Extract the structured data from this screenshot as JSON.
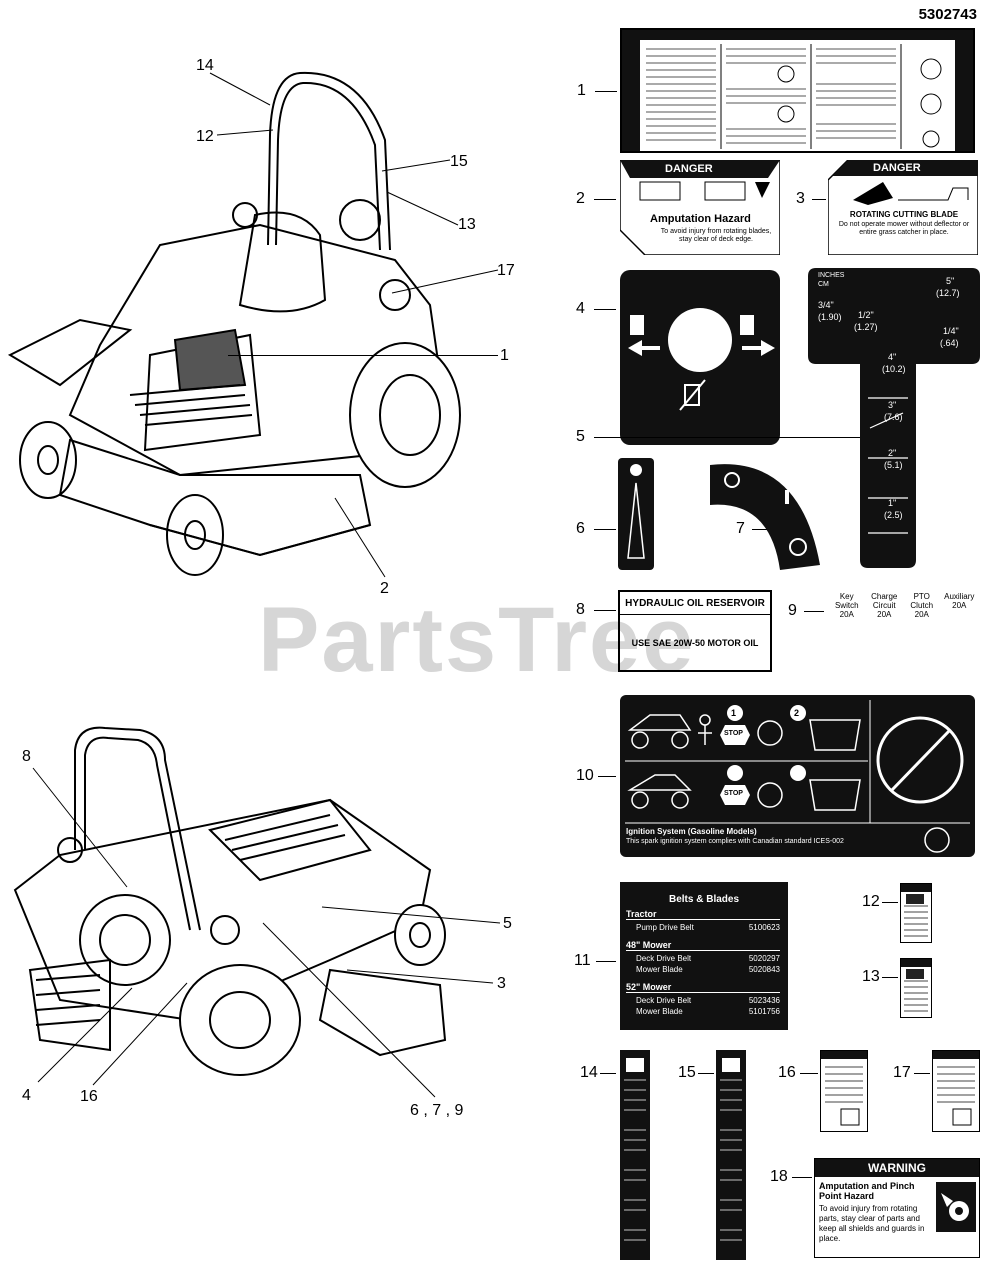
{
  "doc_number": "5302743",
  "watermark": "PartsTree",
  "callouts": {
    "c1": "1",
    "c2": "2",
    "c3": "3",
    "c4": "4",
    "c5": "5",
    "c6": "6",
    "c7": "7",
    "c8": "8",
    "c9": "9",
    "c10": "10",
    "c11": "11",
    "c12": "12",
    "c13": "13",
    "c14": "14",
    "c15": "15",
    "c16": "16",
    "c17": "17",
    "c18": "18",
    "m14": "14",
    "m12": "12",
    "m15": "15",
    "m13": "13",
    "m17": "17",
    "m1": "1",
    "m2": "2",
    "m8": "8",
    "m5": "5",
    "m3": "3",
    "m4": "4",
    "m16": "16",
    "m679": "6 , 7 , 9"
  },
  "decal2": {
    "header": "DANGER",
    "title": "Amputation Hazard",
    "body": "To avoid injury from rotating blades, stay clear of deck edge."
  },
  "decal3": {
    "header": "DANGER",
    "title": "ROTATING CUTTING BLADE",
    "body": "Do not operate mower without deflector or entire grass catcher in place."
  },
  "decal5": {
    "unit_top": "INCHES",
    "unit_bot": "CM",
    "marks": [
      "5\"",
      "(12.7)",
      "3/4\"",
      "(1.90)",
      "1/2\"",
      "(1.27)",
      "1/4\"",
      "(.64)",
      "4\"",
      "(10.2)",
      "3\"",
      "(7.6)",
      "2\"",
      "(5.1)",
      "1\"",
      "(2.5)"
    ]
  },
  "decal8": {
    "title": "HYDRAULIC OIL RESERVOIR",
    "body": "USE SAE 20W-50 MOTOR OIL"
  },
  "decal9": {
    "cols": [
      {
        "top": "Key",
        "mid": "Switch",
        "amp": "20A"
      },
      {
        "top": "Charge",
        "mid": "Circuit",
        "amp": "20A"
      },
      {
        "top": "PTO",
        "mid": "Clutch",
        "amp": "20A"
      },
      {
        "top": "",
        "mid": "Auxiliary",
        "amp": "20A"
      }
    ]
  },
  "decal10": {
    "footer_title": "Ignition System (Gasoline Models)",
    "footer_body": "This spark ignition system complies with Canadian standard ICES-002",
    "stop": "STOP",
    "n1": "1",
    "n2": "2"
  },
  "decal11": {
    "title": "Belts & Blades",
    "sections": [
      {
        "heading": "Tractor",
        "rows": [
          {
            "name": "Pump Drive Belt",
            "part": "5100623"
          }
        ]
      },
      {
        "heading": "48\" Mower",
        "rows": [
          {
            "name": "Deck Drive Belt",
            "part": "5020297"
          },
          {
            "name": "Mower Blade",
            "part": "5020843"
          }
        ]
      },
      {
        "heading": "52\" Mower",
        "rows": [
          {
            "name": "Deck Drive Belt",
            "part": "5023436"
          },
          {
            "name": "Mower Blade",
            "part": "5101756"
          }
        ]
      }
    ]
  },
  "decal18": {
    "header": "WARNING",
    "title": "Amputation and Pinch Point Hazard",
    "body": "To avoid injury from rotating parts, stay clear of parts and keep all shields and guards in place."
  }
}
